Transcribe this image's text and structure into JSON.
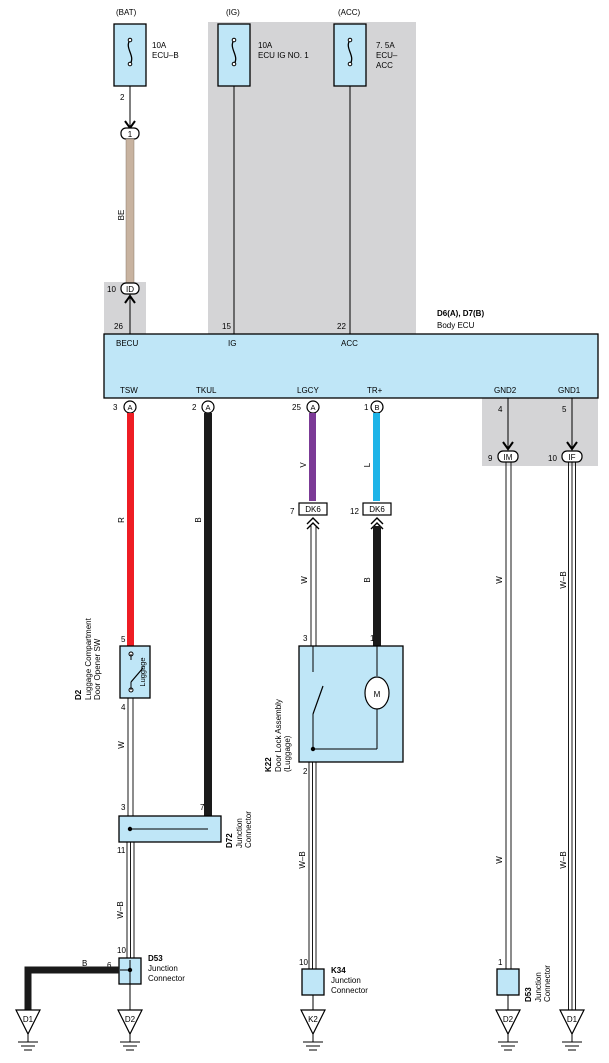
{
  "sources": [
    {
      "id": "bat",
      "label": "(BAT)",
      "amp": "10A",
      "name": "ECU–B",
      "pin": "2"
    },
    {
      "id": "ig",
      "label": "(IG)",
      "amp": "10A",
      "name": "ECU IG NO. 1"
    },
    {
      "id": "acc",
      "label": "(ACC)",
      "amp": "7. 5A",
      "name": "ECU–",
      "name2": "ACC"
    }
  ],
  "connectors_top": {
    "c1": "1",
    "id_conn": "ID",
    "id_pin": "10"
  },
  "ecu": {
    "title": "D6(A), D7(B)",
    "name": "Body ECU",
    "top_pins": [
      {
        "num": "26",
        "name": "BECU"
      },
      {
        "num": "15",
        "name": "IG"
      },
      {
        "num": "22",
        "name": "ACC"
      }
    ],
    "bottom_pins": [
      {
        "num": "3",
        "conn": "A",
        "name": "TSW"
      },
      {
        "num": "2",
        "conn": "A",
        "name": "TKUL"
      },
      {
        "num": "25",
        "conn": "A",
        "name": "LGCY"
      },
      {
        "num": "1",
        "conn": "B",
        "name": "TR+"
      },
      {
        "num": "4",
        "name": "GND2"
      },
      {
        "num": "5",
        "name": "GND1"
      }
    ]
  },
  "wires": {
    "be": "BE",
    "r": "R",
    "b": "B",
    "v": "V",
    "l": "L",
    "w": "W",
    "wb": "W–B"
  },
  "dk6": {
    "label": "DK6",
    "pin_left": "7",
    "pin_right": "12"
  },
  "gnd_conns": {
    "im": "IM",
    "im_pin": "9",
    "if": "IF",
    "if_pin": "10"
  },
  "d2": {
    "code": "D2",
    "line1": "Luggage Compartment",
    "line2": "Door Opener SW",
    "inner": "Luggage",
    "pin_top": "5",
    "pin_bottom": "4"
  },
  "k22": {
    "code": "K22",
    "line1": "Door Lock Assembly",
    "line2": "(Luggage)",
    "motor": "M",
    "pin_top_left": "3",
    "pin_top_right": "1",
    "pin_bottom": "2"
  },
  "d72": {
    "code": "D72",
    "line1": "Junction",
    "line2": "Connector",
    "pin_left": "3",
    "pin_right": "7",
    "pin_bottom": "11"
  },
  "d53a": {
    "code": "D53",
    "line1": "Junction",
    "line2": "Connector",
    "pin_top": "10",
    "pin_left": "6"
  },
  "k34": {
    "code": "K34",
    "line1": "Junction",
    "line2": "Connector",
    "pin_top": "10"
  },
  "d53b": {
    "code": "D53",
    "line1": "Junction",
    "line2": "Connector",
    "pin_top": "1"
  },
  "grounds": [
    "D1",
    "D2",
    "K2",
    "D2",
    "D1"
  ]
}
